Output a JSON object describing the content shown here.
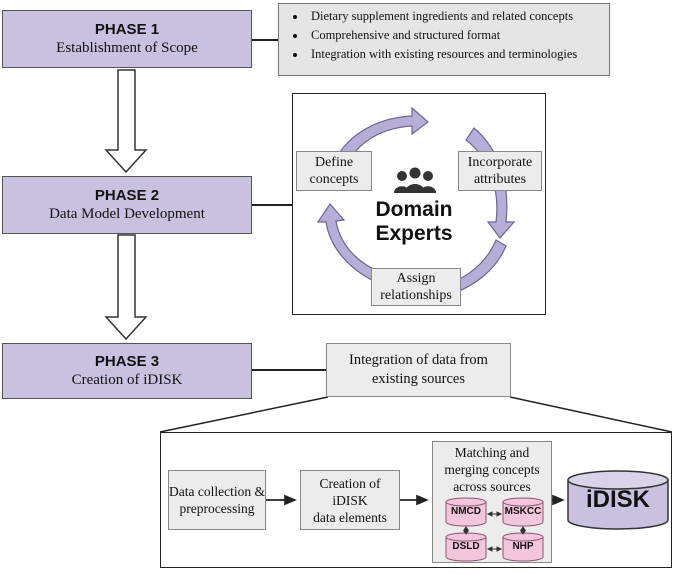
{
  "phase1": {
    "title": "PHASE 1",
    "subtitle": "Establishment of Scope"
  },
  "phase2": {
    "title": "PHASE 2",
    "subtitle": "Data Model Development"
  },
  "phase3": {
    "title": "PHASE 3",
    "subtitle": "Creation of iDISK"
  },
  "scope_bullets": [
    "Dietary supplement ingredients and related concepts",
    "Comprehensive and structured format",
    "Integration with existing resources and terminologies"
  ],
  "cycle": {
    "define": [
      "Define",
      "concepts"
    ],
    "incorporate": [
      "Incorporate",
      "attributes"
    ],
    "assign": [
      "Assign",
      "relationships"
    ],
    "center": [
      "Domain",
      "Experts"
    ]
  },
  "integration_label": [
    "Integration of data from",
    "existing sources"
  ],
  "steps": {
    "collection": [
      "Data collection &",
      "preprocessing"
    ],
    "creation": [
      "Creation of iDISK",
      "data elements"
    ],
    "matching": [
      "Matching and",
      "merging concepts",
      "across sources"
    ]
  },
  "sources": [
    "NMCD",
    "MSKCC",
    "DSLD",
    "NHP"
  ],
  "output": "iDISK",
  "colors": {
    "phase_fill": "#c9c1df",
    "arrow_fill": "#b7aed8",
    "db_fill": "#f4c6dc",
    "cylinder_fill": "#c9c1df"
  }
}
